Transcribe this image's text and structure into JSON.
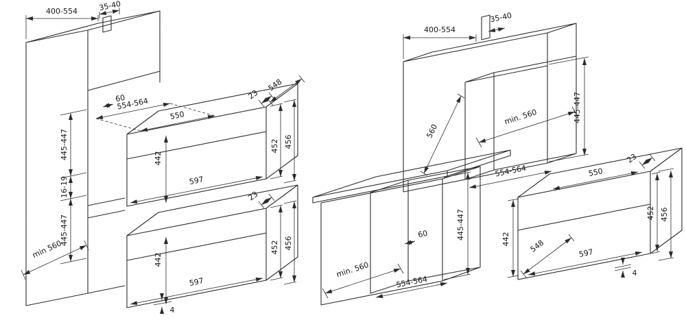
{
  "colors": {
    "line": "#2b2b2b",
    "text": "#151515",
    "background": "#ffffff"
  },
  "left_figure": {
    "labels": {
      "top_width": "400-554",
      "wall_gap": "35-40",
      "recess_offset": "60",
      "niche_width": "554-564",
      "inner_width": "550",
      "depth": "548",
      "door_offset": "23",
      "niche_height": "445-447",
      "shelf_gap": "16-19",
      "oven_height": "442",
      "oven_width": "597",
      "body_height": "452",
      "total_height": "456",
      "min_depth": "min 560",
      "bottom_gap": "4"
    }
  },
  "right_figure": {
    "labels": {
      "top_width": "400-554",
      "wall_gap": "35-40",
      "upper_min_depth": "min. 560",
      "niche_height": "445-447",
      "side_depth": "560",
      "niche_width": "554-564",
      "recess_offset": "60",
      "lower_min_depth": "min. 560",
      "inner_width": "550",
      "door_offset": "23",
      "oven_height": "442",
      "depth": "548",
      "oven_width": "597",
      "body_height": "452",
      "total_height": "456",
      "bottom_gap": "4"
    }
  }
}
